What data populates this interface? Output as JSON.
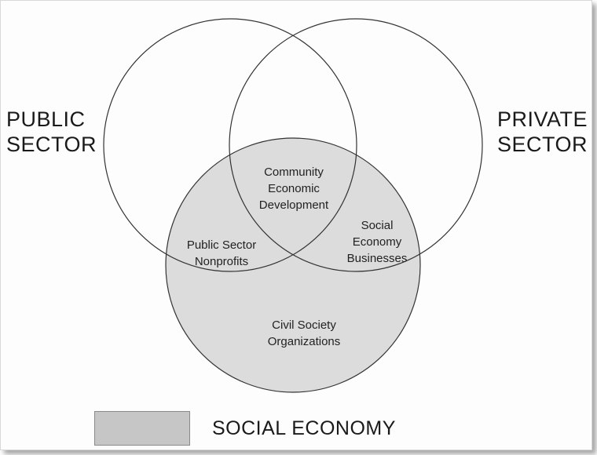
{
  "public_sector": {
    "line1": "PUBLIC",
    "line2": "SECTOR"
  },
  "private_sector": {
    "line1": "PRIVATE",
    "line2": "SECTOR"
  },
  "community_economic_development": {
    "line1": "Community",
    "line2": "Economic",
    "line3": "Development"
  },
  "public_sector_nonprofits": {
    "line1": "Public Sector",
    "line2": "Nonprofits"
  },
  "social_economy_businesses": {
    "line1": "Social",
    "line2": "Economy",
    "line3": "Businesses"
  },
  "civil_society_organizations": {
    "line1": "Civil Society",
    "line2": "Organizations"
  },
  "legend": {
    "label": "SOCIAL ECONOMY",
    "swatch_color": "#c6c6c6"
  },
  "colors": {
    "social_economy_fill": "#dcdcdc",
    "outline": "#333333"
  }
}
